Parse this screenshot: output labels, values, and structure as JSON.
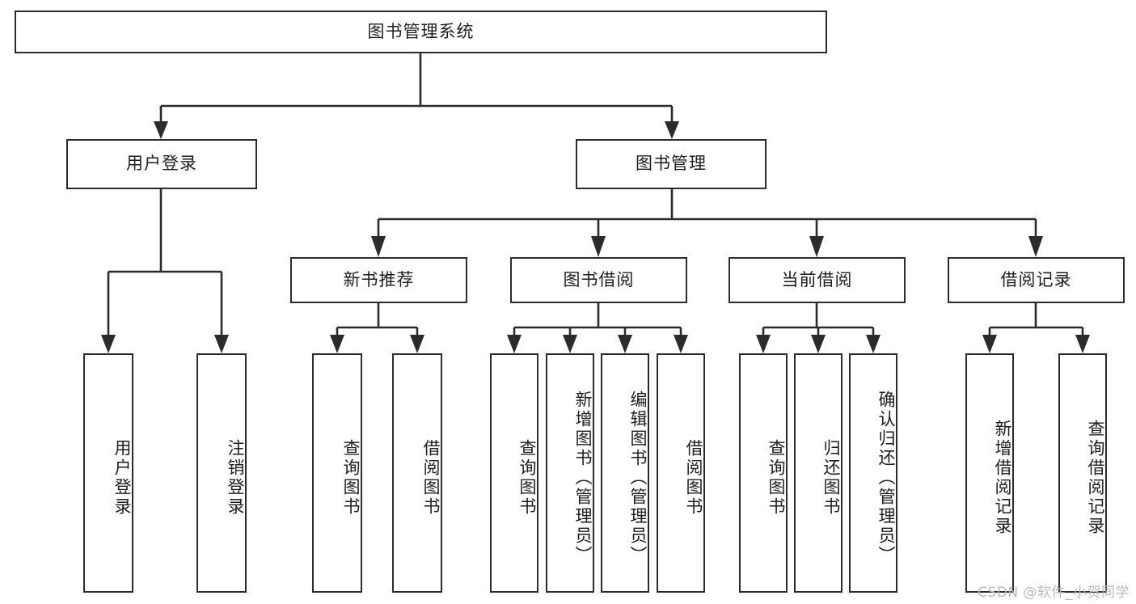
{
  "diagram": {
    "title": "图书管理系统",
    "type": "tree-hierarchy",
    "watermark": "CSDN @软件_小贺同学",
    "colors": {
      "stroke": "#2b2b2b",
      "text": "#1d1d1d",
      "background": "#ffffff",
      "watermark": "#b9b9b9"
    },
    "root": {
      "label": "图书管理系统"
    },
    "level2": [
      {
        "label": "用户登录"
      },
      {
        "label": "图书管理"
      }
    ],
    "level3": [
      {
        "label": "新书推荐"
      },
      {
        "label": "图书借阅"
      },
      {
        "label": "当前借阅"
      },
      {
        "label": "借阅记录"
      }
    ],
    "leaves": {
      "user_login": [
        {
          "label": "用户登录"
        },
        {
          "label": "注销登录"
        }
      ],
      "new_book_recommend": [
        {
          "label": "查询图书"
        },
        {
          "label": "借阅图书"
        }
      ],
      "book_borrow": [
        {
          "label": "查询图书"
        },
        {
          "label": "新增图书（管理员）"
        },
        {
          "label": "编辑图书（管理员）"
        },
        {
          "label": "借阅图书"
        }
      ],
      "current_borrow": [
        {
          "label": "查询图书"
        },
        {
          "label": "归还图书"
        },
        {
          "label": "确认归还（管理员）"
        }
      ],
      "borrow_records": [
        {
          "label": "新增借阅记录"
        },
        {
          "label": "查询借阅记录"
        }
      ]
    }
  }
}
